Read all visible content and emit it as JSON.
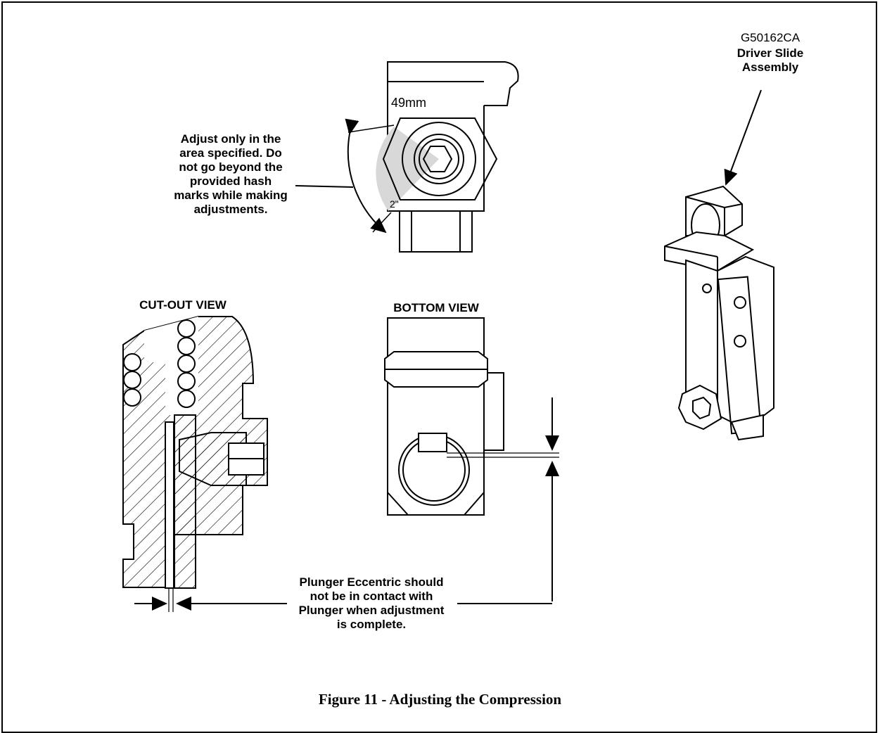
{
  "part": {
    "number": "G50162CA",
    "name_line1": "Driver Slide",
    "name_line2": "Assembly"
  },
  "callouts": {
    "adjust_note": "Adjust only in the\narea specified. Do\nnot go beyond the\nprovided hash\nmarks while making\nadjustments.",
    "plunger_note": "Plunger Eccentric should\nnot be in contact with\nPlunger when adjustment\nis complete."
  },
  "view_labels": {
    "cutout": "CUT-OUT VIEW",
    "bottom": "BOTTOM VIEW"
  },
  "markings": {
    "size": "49mm",
    "angle": "2\""
  },
  "caption": "Figure 11 - Adjusting the Compression"
}
